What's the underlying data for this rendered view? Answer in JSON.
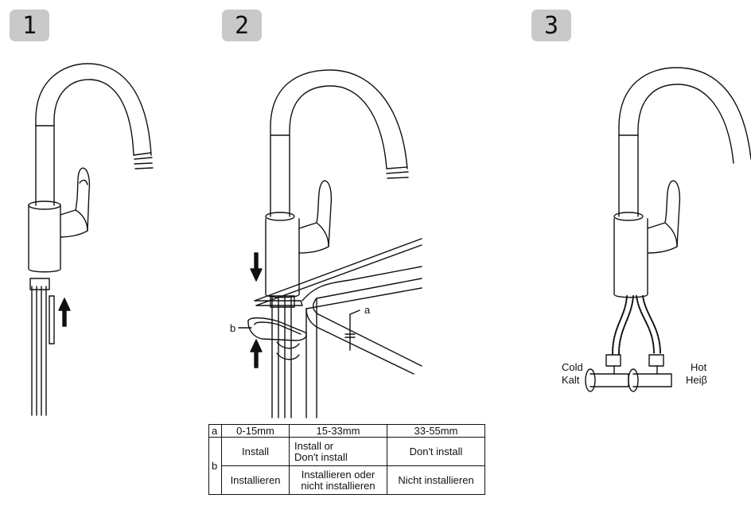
{
  "steps": [
    {
      "number": "1"
    },
    {
      "number": "2"
    },
    {
      "number": "3"
    }
  ],
  "step2": {
    "label_a": "a",
    "label_b": "b"
  },
  "step3": {
    "cold_en": "Cold",
    "cold_de": "Kalt",
    "hot_en": "Hot",
    "hot_de": "Heiβ"
  },
  "table": {
    "header": [
      "a",
      "0-15mm",
      "15-33mm",
      "33-55mm"
    ],
    "row_label": "b",
    "en": [
      "Install",
      "Install or\nDon't  install",
      "Don't  install"
    ],
    "de": [
      "Installieren",
      "Installieren oder\nnicht installieren",
      "Nicht installieren"
    ]
  }
}
